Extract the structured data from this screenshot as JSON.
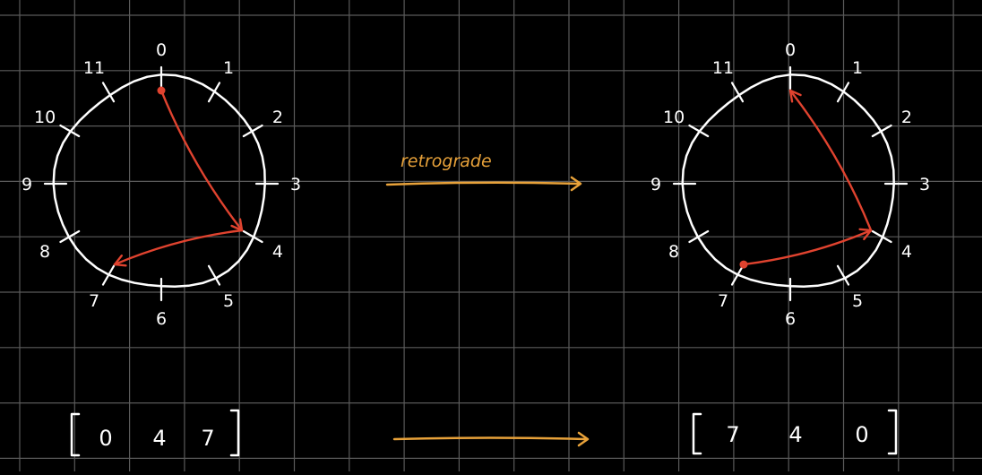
{
  "colors": {
    "background": "#000000",
    "grid": "#5a5a5a",
    "chalk": "#ffffff",
    "path": "#e0432f",
    "transform_arrow": "#e8a23a"
  },
  "clock_numbers": [
    "0",
    "1",
    "2",
    "3",
    "4",
    "5",
    "6",
    "7",
    "8",
    "9",
    "10",
    "11"
  ],
  "transformation": {
    "label": "retrograde"
  },
  "left_diagram": {
    "sequence": [
      0,
      4,
      7
    ],
    "matrix_entries": [
      "0",
      "4",
      "7"
    ]
  },
  "right_diagram": {
    "sequence": [
      7,
      4,
      0
    ],
    "matrix_entries": [
      "7",
      "4",
      "0"
    ]
  }
}
